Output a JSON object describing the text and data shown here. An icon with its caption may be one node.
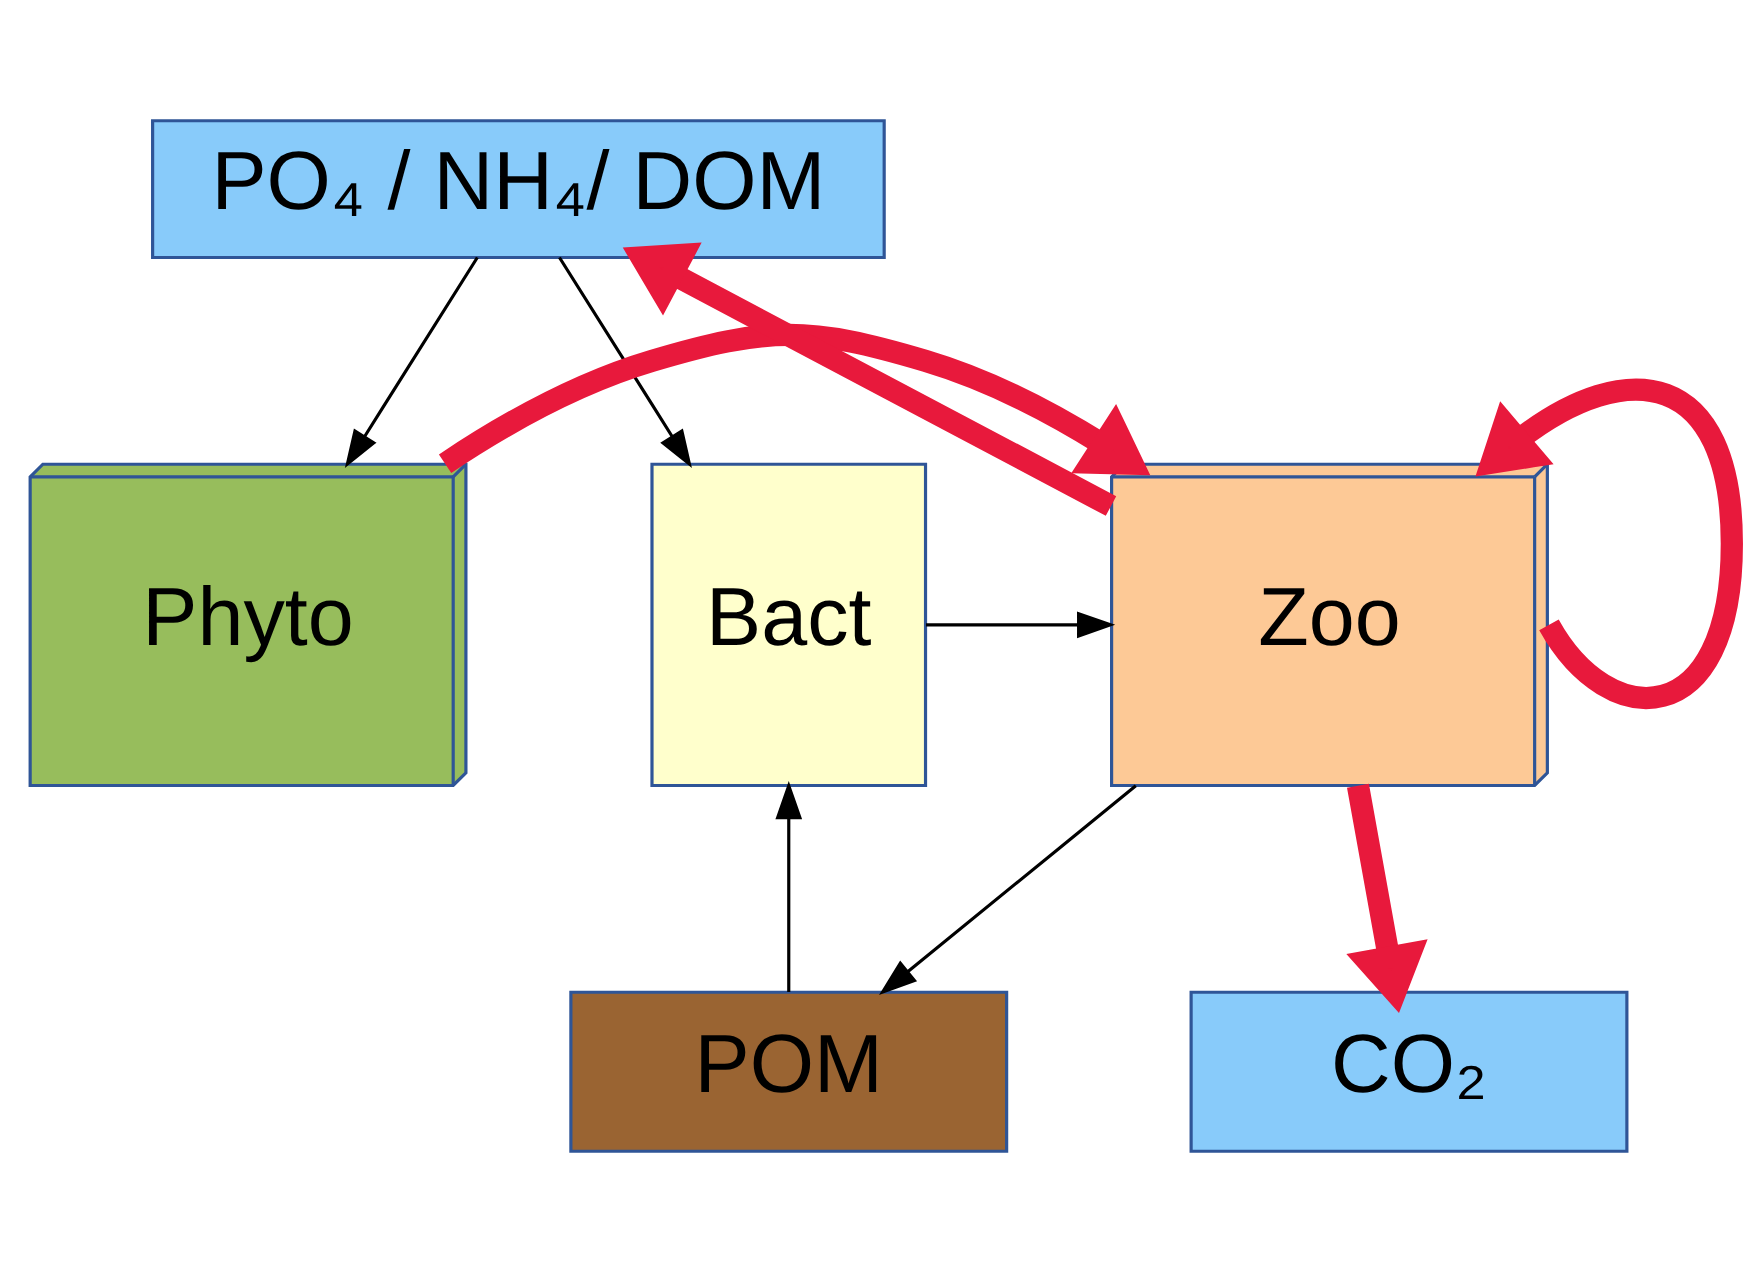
{
  "diagram": {
    "nodes": [
      {
        "text": [
          "PO₄ / NH₄/ DOM"
        ]
      },
      {
        "text": [
          "Phyto"
        ]
      },
      {
        "text": [
          "Zoo"
        ]
      },
      {
        "text": [
          "Bact"
        ]
      },
      {
        "text": [
          "CO₂"
        ]
      },
      {
        "text": [
          "POM"
        ]
      }
    ],
    "edges": [
      {
        "from": 0,
        "to": 1,
        "arrow": "to"
      },
      {
        "from": 0,
        "to": 3,
        "arrow": "to"
      },
      {
        "from": 1,
        "to": 2,
        "arrow": "to",
        "style": "thick",
        "color": "#e8193c"
      },
      {
        "from": 2,
        "to": 0,
        "arrow": "to",
        "style": "thick",
        "color": "#e8193c"
      },
      {
        "from": 2,
        "to": 2,
        "arrow": "to",
        "style": "thick",
        "color": "#e8193c"
      },
      {
        "from": 3,
        "to": 2,
        "arrow": "to"
      },
      {
        "from": 2,
        "to": 4,
        "arrow": "to",
        "style": "thick",
        "color": "#e8193c"
      },
      {
        "from": 2,
        "to": 5,
        "arrow": "to"
      },
      {
        "from": 5,
        "to": 3,
        "arrow": "to"
      }
    ]
  }
}
